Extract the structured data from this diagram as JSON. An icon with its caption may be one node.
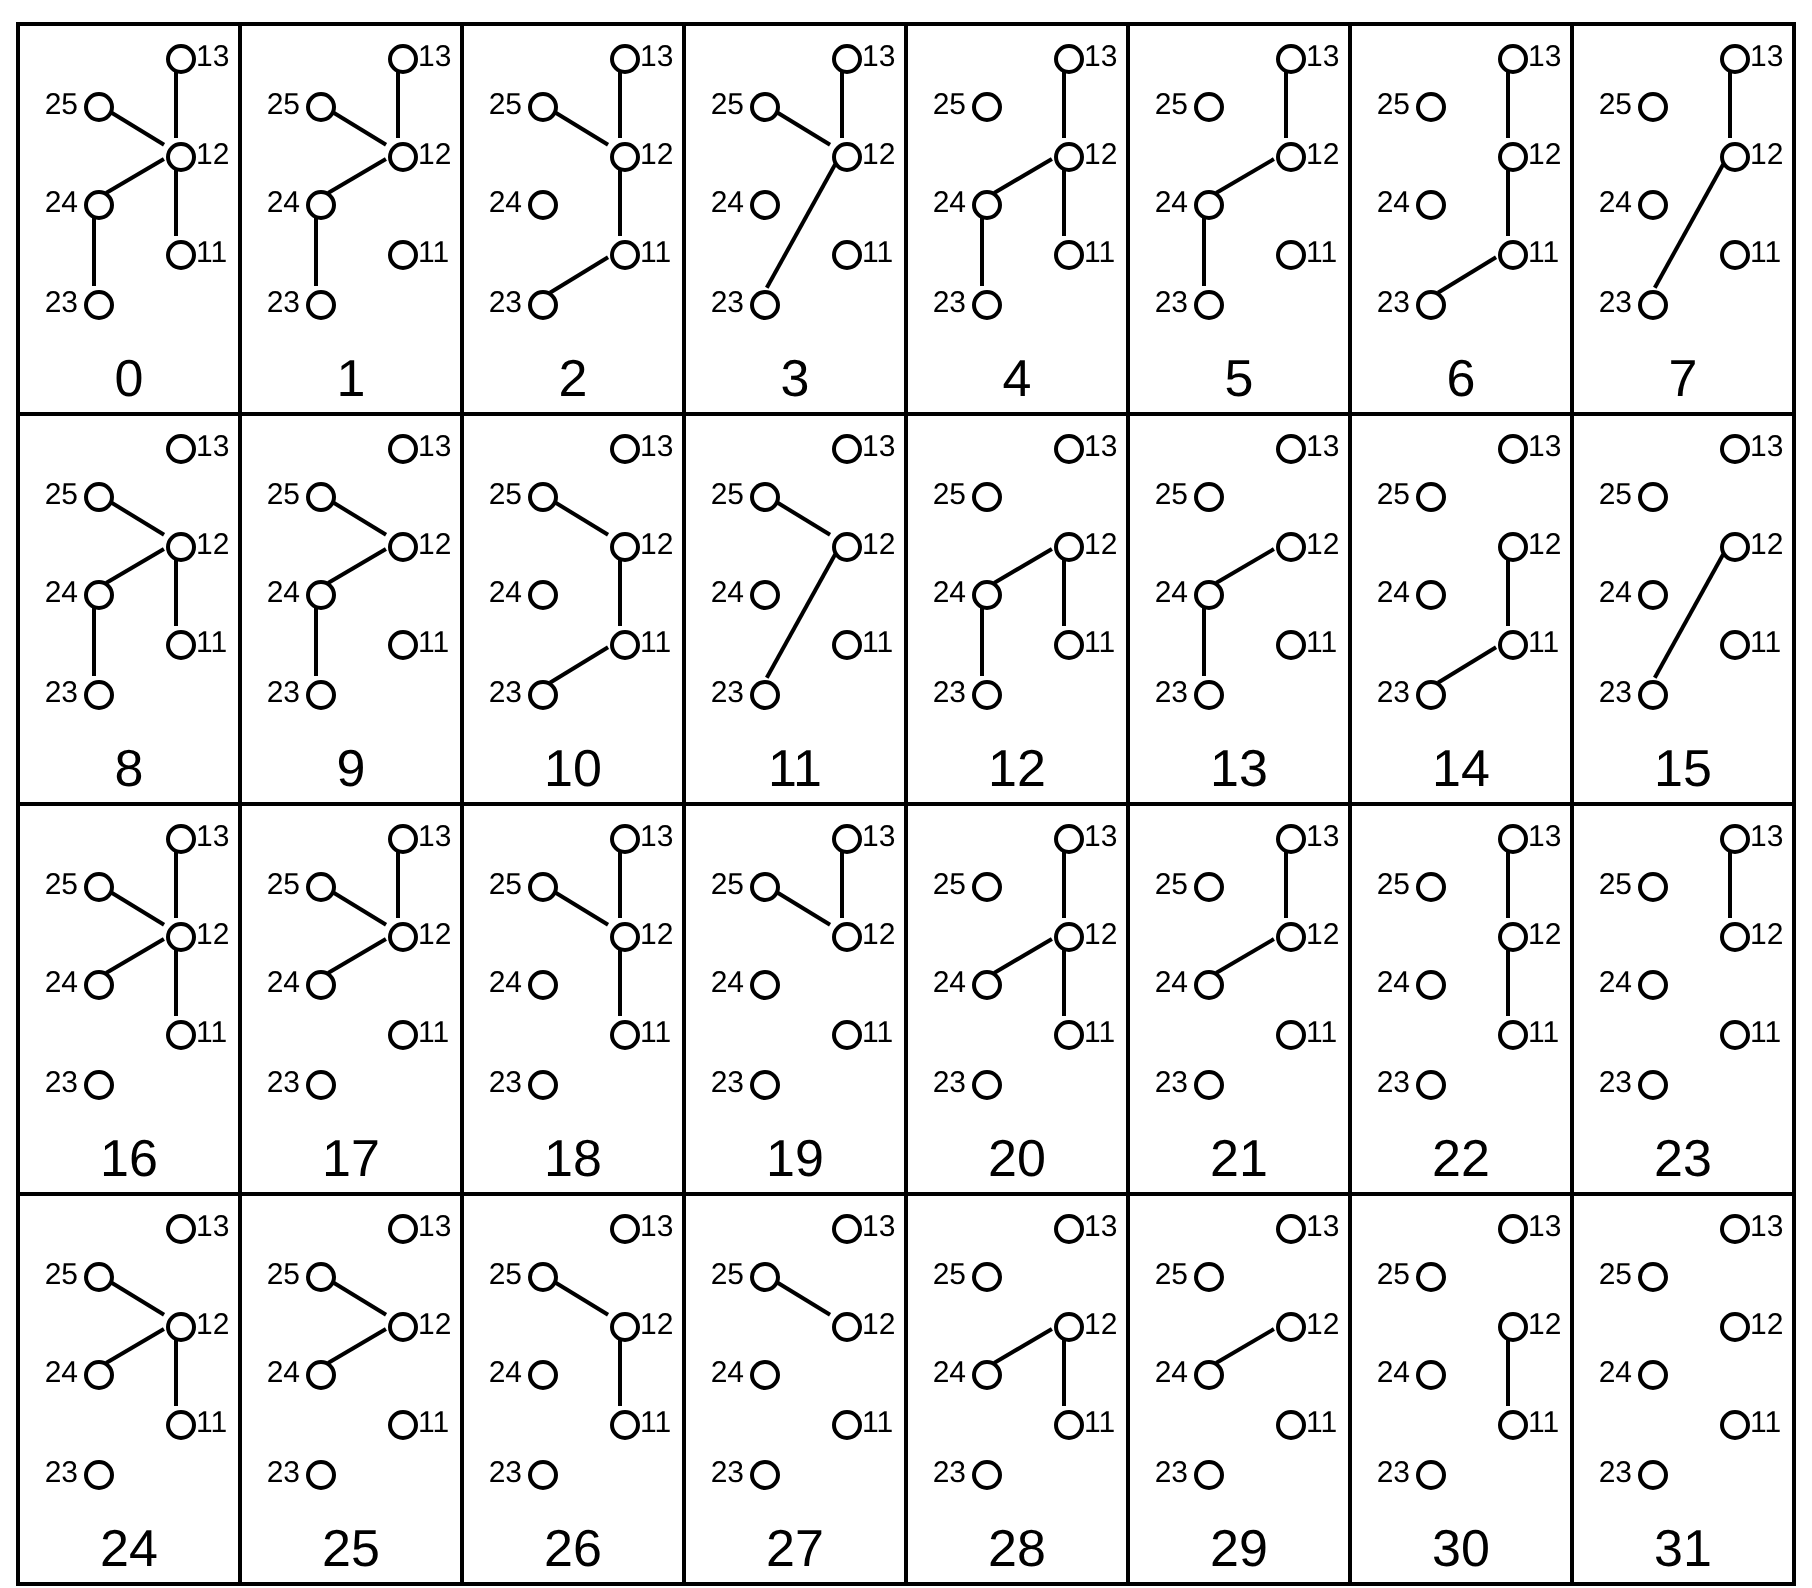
{
  "diagram": {
    "nodes": [
      {
        "text": [
          "0"
        ]
      },
      {
        "text": [],
        "shape": "circle",
        "beside": [
          "13"
        ],
        "in": 0
      },
      {
        "text": [],
        "shape": "circle",
        "beside": [
          "25"
        ],
        "in": 0
      },
      {
        "text": [],
        "shape": "circle",
        "beside": [
          "12"
        ],
        "in": 0
      },
      {
        "text": [],
        "shape": "circle",
        "beside": [
          "24"
        ],
        "in": 0
      },
      {
        "text": [],
        "shape": "circle",
        "beside": [
          "11"
        ],
        "in": 0
      },
      {
        "text": [],
        "shape": "circle",
        "beside": [
          "23"
        ],
        "in": 0
      },
      {
        "text": [
          "1"
        ]
      },
      {
        "text": [],
        "shape": "circle",
        "beside": [
          "13"
        ],
        "in": 7
      },
      {
        "text": [],
        "shape": "circle",
        "beside": [
          "25"
        ],
        "in": 7
      },
      {
        "text": [],
        "shape": "circle",
        "beside": [
          "12"
        ],
        "in": 7
      },
      {
        "text": [],
        "shape": "circle",
        "beside": [
          "24"
        ],
        "in": 7
      },
      {
        "text": [],
        "shape": "circle",
        "beside": [
          "11"
        ],
        "in": 7
      },
      {
        "text": [],
        "shape": "circle",
        "beside": [
          "23"
        ],
        "in": 7
      },
      {
        "text": [
          "2"
        ]
      },
      {
        "text": [],
        "shape": "circle",
        "beside": [
          "13"
        ],
        "in": 14
      },
      {
        "text": [],
        "shape": "circle",
        "beside": [
          "25"
        ],
        "in": 14
      },
      {
        "text": [],
        "shape": "circle",
        "beside": [
          "12"
        ],
        "in": 14
      },
      {
        "text": [],
        "shape": "circle",
        "beside": [
          "24"
        ],
        "in": 14
      },
      {
        "text": [],
        "shape": "circle",
        "beside": [
          "11"
        ],
        "in": 14
      },
      {
        "text": [],
        "shape": "circle",
        "beside": [
          "23"
        ],
        "in": 14
      },
      {
        "text": [
          "3"
        ]
      },
      {
        "text": [],
        "shape": "circle",
        "beside": [
          "13"
        ],
        "in": 21
      },
      {
        "text": [],
        "shape": "circle",
        "beside": [
          "25"
        ],
        "in": 21
      },
      {
        "text": [],
        "shape": "circle",
        "beside": [
          "12"
        ],
        "in": 21
      },
      {
        "text": [],
        "shape": "circle",
        "beside": [
          "24"
        ],
        "in": 21
      },
      {
        "text": [],
        "shape": "circle",
        "beside": [
          "11"
        ],
        "in": 21
      },
      {
        "text": [],
        "shape": "circle",
        "beside": [
          "23"
        ],
        "in": 21
      },
      {
        "text": [
          "4"
        ]
      },
      {
        "text": [],
        "shape": "circle",
        "beside": [
          "13"
        ],
        "in": 28
      },
      {
        "text": [],
        "shape": "circle",
        "beside": [
          "25"
        ],
        "in": 28
      },
      {
        "text": [],
        "shape": "circle",
        "beside": [
          "12"
        ],
        "in": 28
      },
      {
        "text": [],
        "shape": "circle",
        "beside": [
          "24"
        ],
        "in": 28
      },
      {
        "text": [],
        "shape": "circle",
        "beside": [
          "11"
        ],
        "in": 28
      },
      {
        "text": [],
        "shape": "circle",
        "beside": [
          "23"
        ],
        "in": 28
      },
      {
        "text": [
          "5"
        ]
      },
      {
        "text": [],
        "shape": "circle",
        "beside": [
          "13"
        ],
        "in": 35
      },
      {
        "text": [],
        "shape": "circle",
        "beside": [
          "25"
        ],
        "in": 35
      },
      {
        "text": [],
        "shape": "circle",
        "beside": [
          "12"
        ],
        "in": 35
      },
      {
        "text": [],
        "shape": "circle",
        "beside": [
          "24"
        ],
        "in": 35
      },
      {
        "text": [],
        "shape": "circle",
        "beside": [
          "11"
        ],
        "in": 35
      },
      {
        "text": [],
        "shape": "circle",
        "beside": [
          "23"
        ],
        "in": 35
      },
      {
        "text": [
          "6"
        ]
      },
      {
        "text": [],
        "shape": "circle",
        "beside": [
          "13"
        ],
        "in": 42
      },
      {
        "text": [],
        "shape": "circle",
        "beside": [
          "25"
        ],
        "in": 42
      },
      {
        "text": [],
        "shape": "circle",
        "beside": [
          "12"
        ],
        "in": 42
      },
      {
        "text": [],
        "shape": "circle",
        "beside": [
          "24"
        ],
        "in": 42
      },
      {
        "text": [],
        "shape": "circle",
        "beside": [
          "11"
        ],
        "in": 42
      },
      {
        "text": [],
        "shape": "circle",
        "beside": [
          "23"
        ],
        "in": 42
      },
      {
        "text": [
          "7"
        ]
      },
      {
        "text": [],
        "shape": "circle",
        "beside": [
          "13"
        ],
        "in": 49
      },
      {
        "text": [],
        "shape": "circle",
        "beside": [
          "25"
        ],
        "in": 49
      },
      {
        "text": [],
        "shape": "circle",
        "beside": [
          "12"
        ],
        "in": 49
      },
      {
        "text": [],
        "shape": "circle",
        "beside": [
          "24"
        ],
        "in": 49
      },
      {
        "text": [],
        "shape": "circle",
        "beside": [
          "11"
        ],
        "in": 49
      },
      {
        "text": [],
        "shape": "circle",
        "beside": [
          "23"
        ],
        "in": 49
      },
      {
        "text": [
          "8"
        ]
      },
      {
        "text": [],
        "shape": "circle",
        "beside": [
          "13"
        ],
        "in": 56
      },
      {
        "text": [],
        "shape": "circle",
        "beside": [
          "25"
        ],
        "in": 56
      },
      {
        "text": [],
        "shape": "circle",
        "beside": [
          "12"
        ],
        "in": 56
      },
      {
        "text": [],
        "shape": "circle",
        "beside": [
          "24"
        ],
        "in": 56
      },
      {
        "text": [],
        "shape": "circle",
        "beside": [
          "11"
        ],
        "in": 56
      },
      {
        "text": [],
        "shape": "circle",
        "beside": [
          "23"
        ],
        "in": 56
      },
      {
        "text": [
          "9"
        ]
      },
      {
        "text": [],
        "shape": "circle",
        "beside": [
          "13"
        ],
        "in": 63
      },
      {
        "text": [],
        "shape": "circle",
        "beside": [
          "25"
        ],
        "in": 63
      },
      {
        "text": [],
        "shape": "circle",
        "beside": [
          "12"
        ],
        "in": 63
      },
      {
        "text": [],
        "shape": "circle",
        "beside": [
          "24"
        ],
        "in": 63
      },
      {
        "text": [],
        "shape": "circle",
        "beside": [
          "11"
        ],
        "in": 63
      },
      {
        "text": [],
        "shape": "circle",
        "beside": [
          "23"
        ],
        "in": 63
      },
      {
        "text": [
          "10"
        ]
      },
      {
        "text": [],
        "shape": "circle",
        "beside": [
          "13"
        ],
        "in": 70
      },
      {
        "text": [],
        "shape": "circle",
        "beside": [
          "25"
        ],
        "in": 70
      },
      {
        "text": [],
        "shape": "circle",
        "beside": [
          "12"
        ],
        "in": 70
      },
      {
        "text": [],
        "shape": "circle",
        "beside": [
          "24"
        ],
        "in": 70
      },
      {
        "text": [],
        "shape": "circle",
        "beside": [
          "11"
        ],
        "in": 70
      },
      {
        "text": [],
        "shape": "circle",
        "beside": [
          "23"
        ],
        "in": 70
      },
      {
        "text": [
          "11"
        ]
      },
      {
        "text": [],
        "shape": "circle",
        "beside": [
          "13"
        ],
        "in": 77
      },
      {
        "text": [],
        "shape": "circle",
        "beside": [
          "25"
        ],
        "in": 77
      },
      {
        "text": [],
        "shape": "circle",
        "beside": [
          "12"
        ],
        "in": 77
      },
      {
        "text": [],
        "shape": "circle",
        "beside": [
          "24"
        ],
        "in": 77
      },
      {
        "text": [],
        "shape": "circle",
        "beside": [
          "11"
        ],
        "in": 77
      },
      {
        "text": [],
        "shape": "circle",
        "beside": [
          "23"
        ],
        "in": 77
      },
      {
        "text": [
          "12"
        ]
      },
      {
        "text": [],
        "shape": "circle",
        "beside": [
          "13"
        ],
        "in": 84
      },
      {
        "text": [],
        "shape": "circle",
        "beside": [
          "25"
        ],
        "in": 84
      },
      {
        "text": [],
        "shape": "circle",
        "beside": [
          "12"
        ],
        "in": 84
      },
      {
        "text": [],
        "shape": "circle",
        "beside": [
          "24"
        ],
        "in": 84
      },
      {
        "text": [],
        "shape": "circle",
        "beside": [
          "11"
        ],
        "in": 84
      },
      {
        "text": [],
        "shape": "circle",
        "beside": [
          "23"
        ],
        "in": 84
      },
      {
        "text": [
          "13"
        ]
      },
      {
        "text": [],
        "shape": "circle",
        "beside": [
          "13"
        ],
        "in": 91
      },
      {
        "text": [],
        "shape": "circle",
        "beside": [
          "25"
        ],
        "in": 91
      },
      {
        "text": [],
        "shape": "circle",
        "beside": [
          "12"
        ],
        "in": 91
      },
      {
        "text": [],
        "shape": "circle",
        "beside": [
          "24"
        ],
        "in": 91
      },
      {
        "text": [],
        "shape": "circle",
        "beside": [
          "11"
        ],
        "in": 91
      },
      {
        "text": [],
        "shape": "circle",
        "beside": [
          "23"
        ],
        "in": 91
      },
      {
        "text": [
          "14"
        ]
      },
      {
        "text": [],
        "shape": "circle",
        "beside": [
          "13"
        ],
        "in": 98
      },
      {
        "text": [],
        "shape": "circle",
        "beside": [
          "25"
        ],
        "in": 98
      },
      {
        "text": [],
        "shape": "circle",
        "beside": [
          "12"
        ],
        "in": 98
      },
      {
        "text": [],
        "shape": "circle",
        "beside": [
          "24"
        ],
        "in": 98
      },
      {
        "text": [],
        "shape": "circle",
        "beside": [
          "11"
        ],
        "in": 98
      },
      {
        "text": [],
        "shape": "circle",
        "beside": [
          "23"
        ],
        "in": 98
      },
      {
        "text": [
          "15"
        ]
      },
      {
        "text": [],
        "shape": "circle",
        "beside": [
          "13"
        ],
        "in": 105
      },
      {
        "text": [],
        "shape": "circle",
        "beside": [
          "25"
        ],
        "in": 105
      },
      {
        "text": [],
        "shape": "circle",
        "beside": [
          "12"
        ],
        "in": 105
      },
      {
        "text": [],
        "shape": "circle",
        "beside": [
          "24"
        ],
        "in": 105
      },
      {
        "text": [],
        "shape": "circle",
        "beside": [
          "11"
        ],
        "in": 105
      },
      {
        "text": [],
        "shape": "circle",
        "beside": [
          "23"
        ],
        "in": 105
      },
      {
        "text": [
          "16"
        ]
      },
      {
        "text": [],
        "shape": "circle",
        "beside": [
          "13"
        ],
        "in": 112
      },
      {
        "text": [],
        "shape": "circle",
        "beside": [
          "25"
        ],
        "in": 112
      },
      {
        "text": [],
        "shape": "circle",
        "beside": [
          "12"
        ],
        "in": 112
      },
      {
        "text": [],
        "shape": "circle",
        "beside": [
          "24"
        ],
        "in": 112
      },
      {
        "text": [],
        "shape": "circle",
        "beside": [
          "11"
        ],
        "in": 112
      },
      {
        "text": [],
        "shape": "circle",
        "beside": [
          "23"
        ],
        "in": 112
      },
      {
        "text": [
          "17"
        ]
      },
      {
        "text": [],
        "shape": "circle",
        "beside": [
          "13"
        ],
        "in": 119
      },
      {
        "text": [],
        "shape": "circle",
        "beside": [
          "25"
        ],
        "in": 119
      },
      {
        "text": [],
        "shape": "circle",
        "beside": [
          "12"
        ],
        "in": 119
      },
      {
        "text": [],
        "shape": "circle",
        "beside": [
          "24"
        ],
        "in": 119
      },
      {
        "text": [],
        "shape": "circle",
        "beside": [
          "11"
        ],
        "in": 119
      },
      {
        "text": [],
        "shape": "circle",
        "beside": [
          "23"
        ],
        "in": 119
      },
      {
        "text": [
          "18"
        ]
      },
      {
        "text": [],
        "shape": "circle",
        "beside": [
          "13"
        ],
        "in": 126
      },
      {
        "text": [],
        "shape": "circle",
        "beside": [
          "25"
        ],
        "in": 126
      },
      {
        "text": [],
        "shape": "circle",
        "beside": [
          "12"
        ],
        "in": 126
      },
      {
        "text": [],
        "shape": "circle",
        "beside": [
          "24"
        ],
        "in": 126
      },
      {
        "text": [],
        "shape": "circle",
        "beside": [
          "11"
        ],
        "in": 126
      },
      {
        "text": [],
        "shape": "circle",
        "beside": [
          "23"
        ],
        "in": 126
      },
      {
        "text": [
          "19"
        ]
      },
      {
        "text": [],
        "shape": "circle",
        "beside": [
          "13"
        ],
        "in": 133
      },
      {
        "text": [],
        "shape": "circle",
        "beside": [
          "25"
        ],
        "in": 133
      },
      {
        "text": [],
        "shape": "circle",
        "beside": [
          "12"
        ],
        "in": 133
      },
      {
        "text": [],
        "shape": "circle",
        "beside": [
          "24"
        ],
        "in": 133
      },
      {
        "text": [],
        "shape": "circle",
        "beside": [
          "11"
        ],
        "in": 133
      },
      {
        "text": [],
        "shape": "circle",
        "beside": [
          "23"
        ],
        "in": 133
      },
      {
        "text": [
          "20"
        ]
      },
      {
        "text": [],
        "shape": "circle",
        "beside": [
          "13"
        ],
        "in": 140
      },
      {
        "text": [],
        "shape": "circle",
        "beside": [
          "25"
        ],
        "in": 140
      },
      {
        "text": [],
        "shape": "circle",
        "beside": [
          "12"
        ],
        "in": 140
      },
      {
        "text": [],
        "shape": "circle",
        "beside": [
          "24"
        ],
        "in": 140
      },
      {
        "text": [],
        "shape": "circle",
        "beside": [
          "11"
        ],
        "in": 140
      },
      {
        "text": [],
        "shape": "circle",
        "beside": [
          "23"
        ],
        "in": 140
      },
      {
        "text": [
          "21"
        ]
      },
      {
        "text": [],
        "shape": "circle",
        "beside": [
          "13"
        ],
        "in": 147
      },
      {
        "text": [],
        "shape": "circle",
        "beside": [
          "25"
        ],
        "in": 147
      },
      {
        "text": [],
        "shape": "circle",
        "beside": [
          "12"
        ],
        "in": 147
      },
      {
        "text": [],
        "shape": "circle",
        "beside": [
          "24"
        ],
        "in": 147
      },
      {
        "text": [],
        "shape": "circle",
        "beside": [
          "11"
        ],
        "in": 147
      },
      {
        "text": [],
        "shape": "circle",
        "beside": [
          "23"
        ],
        "in": 147
      },
      {
        "text": [
          "22"
        ]
      },
      {
        "text": [],
        "shape": "circle",
        "beside": [
          "13"
        ],
        "in": 154
      },
      {
        "text": [],
        "shape": "circle",
        "beside": [
          "25"
        ],
        "in": 154
      },
      {
        "text": [],
        "shape": "circle",
        "beside": [
          "12"
        ],
        "in": 154
      },
      {
        "text": [],
        "shape": "circle",
        "beside": [
          "24"
        ],
        "in": 154
      },
      {
        "text": [],
        "shape": "circle",
        "beside": [
          "11"
        ],
        "in": 154
      },
      {
        "text": [],
        "shape": "circle",
        "beside": [
          "23"
        ],
        "in": 154
      },
      {
        "text": [
          "23"
        ]
      },
      {
        "text": [],
        "shape": "circle",
        "beside": [
          "13"
        ],
        "in": 161
      },
      {
        "text": [],
        "shape": "circle",
        "beside": [
          "25"
        ],
        "in": 161
      },
      {
        "text": [],
        "shape": "circle",
        "beside": [
          "12"
        ],
        "in": 161
      },
      {
        "text": [],
        "shape": "circle",
        "beside": [
          "24"
        ],
        "in": 161
      },
      {
        "text": [],
        "shape": "circle",
        "beside": [
          "11"
        ],
        "in": 161
      },
      {
        "text": [],
        "shape": "circle",
        "beside": [
          "23"
        ],
        "in": 161
      },
      {
        "text": [
          "24"
        ]
      },
      {
        "text": [],
        "shape": "circle",
        "beside": [
          "13"
        ],
        "in": 168
      },
      {
        "text": [],
        "shape": "circle",
        "beside": [
          "25"
        ],
        "in": 168
      },
      {
        "text": [],
        "shape": "circle",
        "beside": [
          "12"
        ],
        "in": 168
      },
      {
        "text": [],
        "shape": "circle",
        "beside": [
          "24"
        ],
        "in": 168
      },
      {
        "text": [],
        "shape": "circle",
        "beside": [
          "11"
        ],
        "in": 168
      },
      {
        "text": [],
        "shape": "circle",
        "beside": [
          "23"
        ],
        "in": 168
      },
      {
        "text": [
          "25"
        ]
      },
      {
        "text": [],
        "shape": "circle",
        "beside": [
          "13"
        ],
        "in": 175
      },
      {
        "text": [],
        "shape": "circle",
        "beside": [
          "25"
        ],
        "in": 175
      },
      {
        "text": [],
        "shape": "circle",
        "beside": [
          "12"
        ],
        "in": 175
      },
      {
        "text": [],
        "shape": "circle",
        "beside": [
          "24"
        ],
        "in": 175
      },
      {
        "text": [],
        "shape": "circle",
        "beside": [
          "11"
        ],
        "in": 175
      },
      {
        "text": [],
        "shape": "circle",
        "beside": [
          "23"
        ],
        "in": 175
      },
      {
        "text": [
          "26"
        ]
      },
      {
        "text": [],
        "shape": "circle",
        "beside": [
          "13"
        ],
        "in": 182
      },
      {
        "text": [],
        "shape": "circle",
        "beside": [
          "25"
        ],
        "in": 182
      },
      {
        "text": [],
        "shape": "circle",
        "beside": [
          "12"
        ],
        "in": 182
      },
      {
        "text": [],
        "shape": "circle",
        "beside": [
          "24"
        ],
        "in": 182
      },
      {
        "text": [],
        "shape": "circle",
        "beside": [
          "11"
        ],
        "in": 182
      },
      {
        "text": [],
        "shape": "circle",
        "beside": [
          "23"
        ],
        "in": 182
      },
      {
        "text": [
          "27"
        ]
      },
      {
        "text": [],
        "shape": "circle",
        "beside": [
          "13"
        ],
        "in": 189
      },
      {
        "text": [],
        "shape": "circle",
        "beside": [
          "25"
        ],
        "in": 189
      },
      {
        "text": [],
        "shape": "circle",
        "beside": [
          "12"
        ],
        "in": 189
      },
      {
        "text": [],
        "shape": "circle",
        "beside": [
          "24"
        ],
        "in": 189
      },
      {
        "text": [],
        "shape": "circle",
        "beside": [
          "11"
        ],
        "in": 189
      },
      {
        "text": [],
        "shape": "circle",
        "beside": [
          "23"
        ],
        "in": 189
      },
      {
        "text": [
          "28"
        ]
      },
      {
        "text": [],
        "shape": "circle",
        "beside": [
          "13"
        ],
        "in": 196
      },
      {
        "text": [],
        "shape": "circle",
        "beside": [
          "25"
        ],
        "in": 196
      },
      {
        "text": [],
        "shape": "circle",
        "beside": [
          "12"
        ],
        "in": 196
      },
      {
        "text": [],
        "shape": "circle",
        "beside": [
          "24"
        ],
        "in": 196
      },
      {
        "text": [],
        "shape": "circle",
        "beside": [
          "11"
        ],
        "in": 196
      },
      {
        "text": [],
        "shape": "circle",
        "beside": [
          "23"
        ],
        "in": 196
      },
      {
        "text": [
          "29"
        ]
      },
      {
        "text": [],
        "shape": "circle",
        "beside": [
          "13"
        ],
        "in": 203
      },
      {
        "text": [],
        "shape": "circle",
        "beside": [
          "25"
        ],
        "in": 203
      },
      {
        "text": [],
        "shape": "circle",
        "beside": [
          "12"
        ],
        "in": 203
      },
      {
        "text": [],
        "shape": "circle",
        "beside": [
          "24"
        ],
        "in": 203
      },
      {
        "text": [],
        "shape": "circle",
        "beside": [
          "11"
        ],
        "in": 203
      },
      {
        "text": [],
        "shape": "circle",
        "beside": [
          "23"
        ],
        "in": 203
      },
      {
        "text": [
          "30"
        ]
      },
      {
        "text": [],
        "shape": "circle",
        "beside": [
          "13"
        ],
        "in": 210
      },
      {
        "text": [],
        "shape": "circle",
        "beside": [
          "25"
        ],
        "in": 210
      },
      {
        "text": [],
        "shape": "circle",
        "beside": [
          "12"
        ],
        "in": 210
      },
      {
        "text": [],
        "shape": "circle",
        "beside": [
          "24"
        ],
        "in": 210
      },
      {
        "text": [],
        "shape": "circle",
        "beside": [
          "11"
        ],
        "in": 210
      },
      {
        "text": [],
        "shape": "circle",
        "beside": [
          "23"
        ],
        "in": 210
      },
      {
        "text": [
          "31"
        ]
      },
      {
        "text": [],
        "shape": "circle",
        "beside": [
          "13"
        ],
        "in": 217
      },
      {
        "text": [],
        "shape": "circle",
        "beside": [
          "25"
        ],
        "in": 217
      },
      {
        "text": [],
        "shape": "circle",
        "beside": [
          "12"
        ],
        "in": 217
      },
      {
        "text": [],
        "shape": "circle",
        "beside": [
          "24"
        ],
        "in": 217
      },
      {
        "text": [],
        "shape": "circle",
        "beside": [
          "11"
        ],
        "in": 217
      },
      {
        "text": [],
        "shape": "circle",
        "beside": [
          "23"
        ],
        "in": 217
      }
    ],
    "edges": [
      {
        "from": 1,
        "to": 3,
        "arrow": "none"
      },
      {
        "from": 2,
        "to": 3,
        "arrow": "none"
      },
      {
        "from": 4,
        "to": 3,
        "arrow": "none"
      },
      {
        "from": 3,
        "to": 5,
        "arrow": "none"
      },
      {
        "from": 6,
        "to": 4,
        "arrow": "none"
      },
      {
        "from": 8,
        "to": 10,
        "arrow": "none"
      },
      {
        "from": 9,
        "to": 10,
        "arrow": "none"
      },
      {
        "from": 11,
        "to": 10,
        "arrow": "none"
      },
      {
        "from": 13,
        "to": 11,
        "arrow": "none"
      },
      {
        "from": 15,
        "to": 17,
        "arrow": "none"
      },
      {
        "from": 16,
        "to": 17,
        "arrow": "none"
      },
      {
        "from": 17,
        "to": 19,
        "arrow": "none"
      },
      {
        "from": 20,
        "to": 19,
        "arrow": "none"
      },
      {
        "from": 22,
        "to": 24,
        "arrow": "none"
      },
      {
        "from": 23,
        "to": 24,
        "arrow": "none"
      },
      {
        "from": 27,
        "to": 24,
        "arrow": "none"
      },
      {
        "from": 29,
        "to": 31,
        "arrow": "none"
      },
      {
        "from": 32,
        "to": 31,
        "arrow": "none"
      },
      {
        "from": 31,
        "to": 33,
        "arrow": "none"
      },
      {
        "from": 34,
        "to": 32,
        "arrow": "none"
      },
      {
        "from": 36,
        "to": 38,
        "arrow": "none"
      },
      {
        "from": 39,
        "to": 38,
        "arrow": "none"
      },
      {
        "from": 41,
        "to": 39,
        "arrow": "none"
      },
      {
        "from": 43,
        "to": 45,
        "arrow": "none"
      },
      {
        "from": 45,
        "to": 47,
        "arrow": "none"
      },
      {
        "from": 48,
        "to": 47,
        "arrow": "none"
      },
      {
        "from": 50,
        "to": 52,
        "arrow": "none"
      },
      {
        "from": 55,
        "to": 52,
        "arrow": "none"
      },
      {
        "from": 58,
        "to": 59,
        "arrow": "none"
      },
      {
        "from": 60,
        "to": 59,
        "arrow": "none"
      },
      {
        "from": 59,
        "to": 61,
        "arrow": "none"
      },
      {
        "from": 62,
        "to": 60,
        "arrow": "none"
      },
      {
        "from": 65,
        "to": 66,
        "arrow": "none"
      },
      {
        "from": 67,
        "to": 66,
        "arrow": "none"
      },
      {
        "from": 69,
        "to": 67,
        "arrow": "none"
      },
      {
        "from": 72,
        "to": 73,
        "arrow": "none"
      },
      {
        "from": 73,
        "to": 75,
        "arrow": "none"
      },
      {
        "from": 76,
        "to": 75,
        "arrow": "none"
      },
      {
        "from": 79,
        "to": 80,
        "arrow": "none"
      },
      {
        "from": 83,
        "to": 80,
        "arrow": "none"
      },
      {
        "from": 88,
        "to": 87,
        "arrow": "none"
      },
      {
        "from": 87,
        "to": 89,
        "arrow": "none"
      },
      {
        "from": 90,
        "to": 88,
        "arrow": "none"
      },
      {
        "from": 95,
        "to": 94,
        "arrow": "none"
      },
      {
        "from": 97,
        "to": 95,
        "arrow": "none"
      },
      {
        "from": 101,
        "to": 103,
        "arrow": "none"
      },
      {
        "from": 104,
        "to": 103,
        "arrow": "none"
      },
      {
        "from": 111,
        "to": 108,
        "arrow": "none"
      },
      {
        "from": 113,
        "to": 115,
        "arrow": "none"
      },
      {
        "from": 114,
        "to": 115,
        "arrow": "none"
      },
      {
        "from": 116,
        "to": 115,
        "arrow": "none"
      },
      {
        "from": 115,
        "to": 117,
        "arrow": "none"
      },
      {
        "from": 120,
        "to": 122,
        "arrow": "none"
      },
      {
        "from": 121,
        "to": 122,
        "arrow": "none"
      },
      {
        "from": 123,
        "to": 122,
        "arrow": "none"
      },
      {
        "from": 127,
        "to": 129,
        "arrow": "none"
      },
      {
        "from": 128,
        "to": 129,
        "arrow": "none"
      },
      {
        "from": 129,
        "to": 131,
        "arrow": "none"
      },
      {
        "from": 134,
        "to": 136,
        "arrow": "none"
      },
      {
        "from": 135,
        "to": 136,
        "arrow": "none"
      },
      {
        "from": 141,
        "to": 143,
        "arrow": "none"
      },
      {
        "from": 144,
        "to": 143,
        "arrow": "none"
      },
      {
        "from": 143,
        "to": 145,
        "arrow": "none"
      },
      {
        "from": 148,
        "to": 150,
        "arrow": "none"
      },
      {
        "from": 151,
        "to": 150,
        "arrow": "none"
      },
      {
        "from": 155,
        "to": 157,
        "arrow": "none"
      },
      {
        "from": 157,
        "to": 159,
        "arrow": "none"
      },
      {
        "from": 162,
        "to": 164,
        "arrow": "none"
      },
      {
        "from": 170,
        "to": 171,
        "arrow": "none"
      },
      {
        "from": 172,
        "to": 171,
        "arrow": "none"
      },
      {
        "from": 171,
        "to": 173,
        "arrow": "none"
      },
      {
        "from": 177,
        "to": 178,
        "arrow": "none"
      },
      {
        "from": 179,
        "to": 178,
        "arrow": "none"
      },
      {
        "from": 184,
        "to": 185,
        "arrow": "none"
      },
      {
        "from": 185,
        "to": 187,
        "arrow": "none"
      },
      {
        "from": 191,
        "to": 192,
        "arrow": "none"
      },
      {
        "from": 200,
        "to": 199,
        "arrow": "none"
      },
      {
        "from": 199,
        "to": 201,
        "arrow": "none"
      },
      {
        "from": 207,
        "to": 206,
        "arrow": "none"
      },
      {
        "from": 213,
        "to": 215,
        "arrow": "none"
      }
    ]
  }
}
